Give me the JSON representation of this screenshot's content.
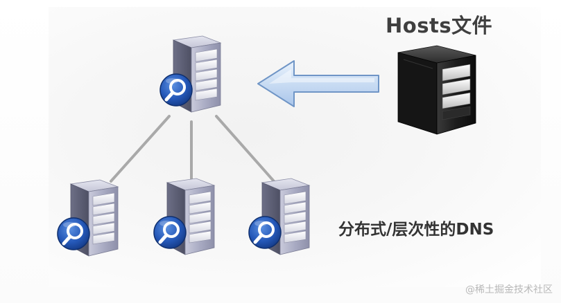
{
  "labels": {
    "hosts_file": "Hosts文件",
    "distributed_dns": "分布式/层次性的DNS",
    "watermark": "@稀土掘金技术社区"
  },
  "icons": {
    "dns_server": "dns-server-magnifier-icon",
    "hosts_server": "black-tower-server-icon",
    "arrow": "left-arrow-icon"
  },
  "colors": {
    "arrow_fill": "#cfe0f4",
    "arrow_stroke": "#6f95c6",
    "connector": "#a9a9a9",
    "magnifier_blue": "#1f54b0",
    "server_body": "#9a9cb8",
    "hosts_server_body": "#1a1a1a",
    "text": "#3f3f3f"
  }
}
